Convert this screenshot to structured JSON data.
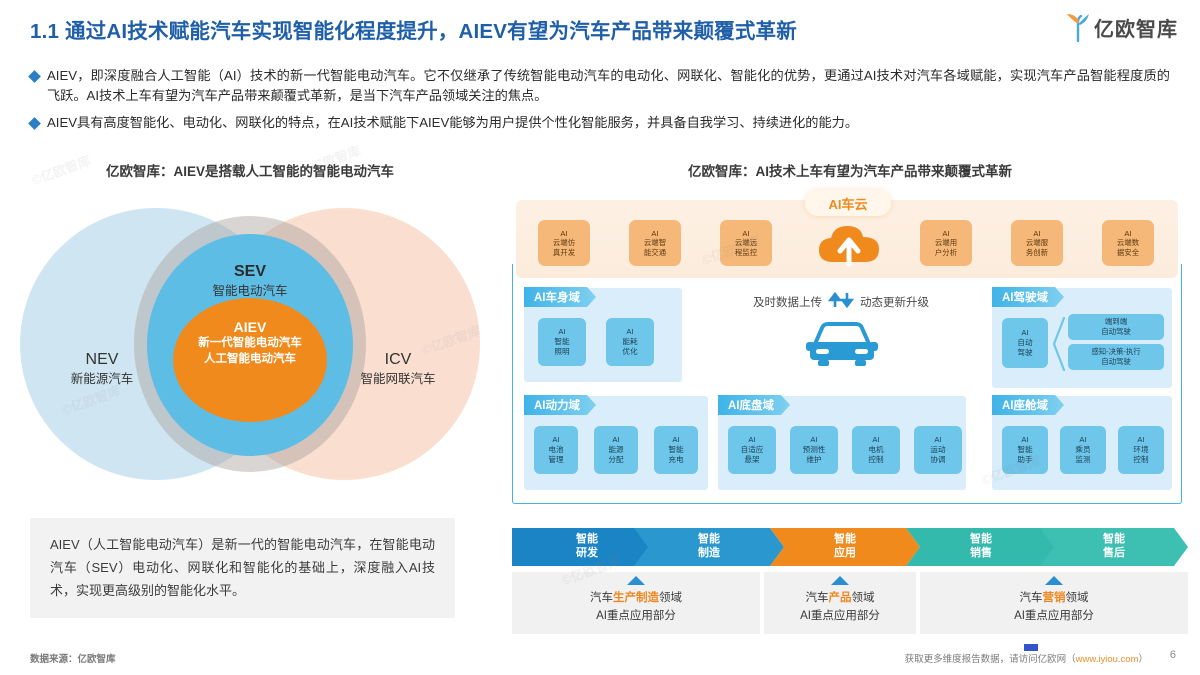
{
  "header": {
    "title": "1.1 通过AI技术赋能汽车实现智能化程度提升，AIEV有望为汽车产品带来颠覆式革新",
    "logo_text": "亿欧智库",
    "title_color": "#1f5fa8"
  },
  "bullets": [
    "AIEV，即深度融合人工智能（AI）技术的新一代智能电动汽车。它不仅继承了传统智能电动汽车的电动化、网联化、智能化的优势，更通过AI技术对汽车各域赋能，实现汽车产品智能程度质的飞跃。AI技术上车有望为汽车产品带来颠覆式革新，是当下汽车产品领域关注的焦点。",
    "AIEV具有高度智能化、电动化、网联化的特点，在AI技术赋能下AIEV能够为用户提供个性化智能服务，并具备自我学习、持续进化的能力。"
  ],
  "venn": {
    "title": "亿欧智库：AIEV是搭载人工智能的智能电动汽车",
    "nev": {
      "abbr": "NEV",
      "name": "新能源汽车"
    },
    "icv": {
      "abbr": "ICV",
      "name": "智能网联汽车"
    },
    "sev": {
      "abbr": "SEV",
      "name": "智能电动汽车"
    },
    "aiev": {
      "abbr": "AIEV",
      "name1": "新一代智能电动汽车",
      "name2": "人工智能电动汽车"
    },
    "colors": {
      "nev": "#cfe6f2",
      "icv": "#fadfd1",
      "sev": "#5ebde4",
      "aiev": "#f08a1d"
    }
  },
  "note": {
    "text": "AIEV（人工智能电动汽车）是新一代的智能电动汽车，在智能电动汽车（SEV）电动化、网联化和智能化的基础上，深度融入AI技术，实现更高级别的智能化水平。"
  },
  "flow": {
    "title": "亿欧智库：AI技术上车有望为汽车产品带来颠覆式革新",
    "cloud_tag": "AI车云",
    "cloud_chips_left": [
      {
        "t1": "AI",
        "t2": "云端仿",
        "t3": "真开发"
      },
      {
        "t1": "AI",
        "t2": "云端智",
        "t3": "能交通"
      },
      {
        "t1": "AI",
        "t2": "云端远",
        "t3": "程监控"
      }
    ],
    "cloud_chips_right": [
      {
        "t1": "AI",
        "t2": "云端用",
        "t3": "户分析"
      },
      {
        "t1": "AI",
        "t2": "云端服",
        "t3": "务创新"
      },
      {
        "t1": "AI",
        "t2": "云端数",
        "t3": "据安全"
      }
    ],
    "center": {
      "upload_label": "及时数据上传",
      "update_label": "动态更新升级"
    },
    "domains": {
      "body": {
        "tag": "AI车身域",
        "chips": [
          {
            "t1": "AI",
            "t2": "智能",
            "t3": "照明"
          },
          {
            "t1": "AI",
            "t2": "能耗",
            "t3": "优化"
          }
        ]
      },
      "driving": {
        "tag": "AI驾驶域",
        "main": {
          "t1": "AI",
          "t2": "自动",
          "t3": "驾驶"
        },
        "branches": [
          {
            "l1": "端到端",
            "l2": "自动驾驶"
          },
          {
            "l1": "感知-决策-执行",
            "l2": "自动驾驶"
          }
        ]
      },
      "power": {
        "tag": "AI动力域",
        "chips": [
          {
            "t1": "AI",
            "t2": "电池",
            "t3": "管理"
          },
          {
            "t1": "AI",
            "t2": "能源",
            "t3": "分配"
          },
          {
            "t1": "AI",
            "t2": "智能",
            "t3": "充电"
          }
        ]
      },
      "chassis": {
        "tag": "AI底盘域",
        "chips": [
          {
            "t1": "AI",
            "t2": "自适应",
            "t3": "悬架"
          },
          {
            "t1": "AI",
            "t2": "预测性",
            "t3": "维护"
          },
          {
            "t1": "AI",
            "t2": "电机",
            "t3": "控制"
          },
          {
            "t1": "AI",
            "t2": "运动",
            "t3": "协调"
          }
        ]
      },
      "cockpit": {
        "tag": "AI座舱域",
        "chips": [
          {
            "t1": "AI",
            "t2": "智能",
            "t3": "助手"
          },
          {
            "t1": "AI",
            "t2": "乘员",
            "t3": "监测"
          },
          {
            "t1": "AI",
            "t2": "环境",
            "t3": "控制"
          }
        ]
      }
    },
    "chain": [
      {
        "l1": "智能",
        "l2": "研发",
        "color": "#1b84c4"
      },
      {
        "l1": "智能",
        "l2": "制造",
        "color": "#2a98cf"
      },
      {
        "l1": "智能",
        "l2": "应用",
        "color": "#f08a1d"
      },
      {
        "l1": "智能",
        "l2": "销售",
        "color": "#34b9ad"
      },
      {
        "l1": "智能",
        "l2": "售后",
        "color": "#3dc0b2"
      }
    ],
    "callouts": [
      {
        "pre": "汽车",
        "hl": "生产制造",
        "post": "领域",
        "l2": "AI重点应用部分"
      },
      {
        "pre": "汽车",
        "hl": "产品",
        "post": "领域",
        "l2": "AI重点应用部分"
      },
      {
        "pre": "汽车",
        "hl": "营销",
        "post": "领域",
        "l2": "AI重点应用部分"
      }
    ]
  },
  "footer": {
    "source": "数据来源：亿欧智库",
    "note_pre": "获取更多维度报告数据，请访问亿欧网（",
    "note_link": "www.iyiou.com",
    "note_post": "）",
    "page": "6"
  },
  "watermark": "©亿欧智库"
}
